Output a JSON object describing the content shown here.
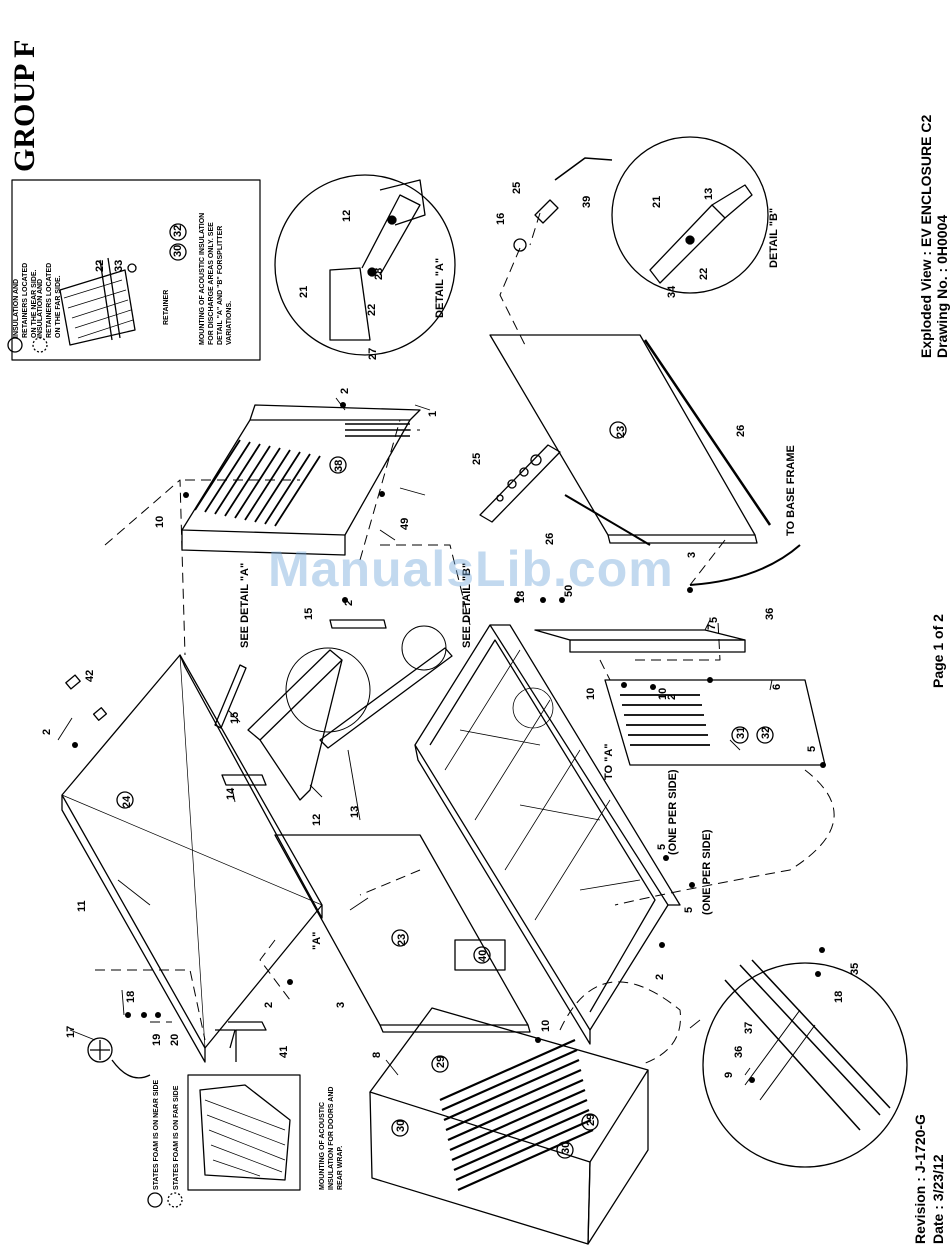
{
  "header": {
    "group": "GROUP F"
  },
  "title_block": {
    "view": "Exploded View : EV ENCLOSURE C2",
    "drawing": "Drawing No. : 0H0004",
    "page": "Page 1 of 2",
    "revision": "Revision : J-1720-G",
    "date": "Date : 3/23/12"
  },
  "watermark": "ManualsLib.com",
  "inset_top": {
    "legend_near": "INSULATION AND RETAINERS LOCATED ON THE NEAR SIDE.",
    "legend_far": "INSULATION AND RETAINERS LOCATED ON THE FAR SIDE.",
    "retainer": "RETAINER",
    "note": "MOUNTING OF ACOUSTIC INSULATION FOR DISCHARGE AREAS ONLY. SEE DETAIL \"A\" AND \"B\" FORSPLITTER VARIATIONS."
  },
  "inset_bottom": {
    "legend_near": "STATES FOAM IS ON NEAR SIDE",
    "legend_far": "STATES FOAM IS ON FAR SIDE",
    "note": "MOUNTING OF ACOUSTIC INSULATION FOR DOORS AND REAR WRAP."
  },
  "details": {
    "detail_a": "DETAIL \"A\"",
    "detail_b": "DETAIL \"B\"",
    "see_a": "SEE DETAIL \"A\"",
    "see_b": "SEE DETAIL \"B\"",
    "to_a": "TO \"A\"",
    "a_mark": "\"A\"",
    "to_base_frame": "TO BASE FRAME",
    "one_per_side": "(ONE PER SIDE)"
  },
  "callouts": {
    "c1": "1",
    "c2": "2",
    "c3": "3",
    "c5": "5",
    "c6": "6",
    "c7": "7",
    "c8": "8",
    "c9": "9",
    "c10": "10",
    "c11": "11",
    "c12": "12",
    "c13": "13",
    "c14": "14",
    "c15": "15",
    "c16": "16",
    "c17": "17",
    "c18": "18",
    "c19": "19",
    "c20": "20",
    "c21": "21",
    "c22": "22",
    "c23": "23",
    "c24": "24",
    "c25": "25",
    "c26": "26",
    "c27": "27",
    "c28": "28",
    "c29": "29",
    "c30": "30",
    "c31": "31",
    "c32": "32",
    "c33": "33",
    "c34": "34",
    "c35": "35",
    "c36": "36",
    "c37": "37",
    "c38": "38",
    "c39": "39",
    "c40": "40",
    "c41": "41",
    "c42": "42",
    "c49": "49",
    "c50": "50"
  }
}
